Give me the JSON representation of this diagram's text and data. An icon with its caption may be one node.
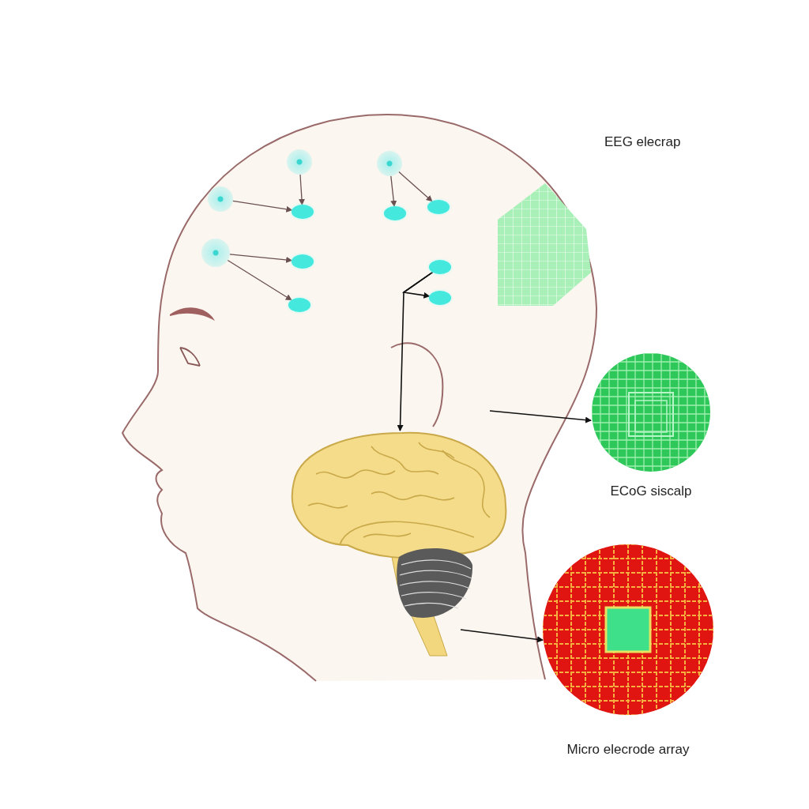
{
  "diagram": {
    "nodes": [
      {
        "text": [],
        "shape": "circle"
      },
      {
        "text": [],
        "shape": "circle"
      },
      {
        "text": [],
        "shape": "circle"
      },
      {
        "text": [],
        "shape": "circle"
      },
      {
        "text": [],
        "shape": "circle"
      },
      {
        "text": [],
        "shape": "circle"
      },
      {
        "text": [],
        "shape": "circle"
      },
      {
        "text": [],
        "shape": "circle"
      },
      {
        "text": [],
        "shape": "circle"
      },
      {
        "text": [],
        "shape": "circle"
      },
      {
        "text": [],
        "shape": "circle"
      },
      {
        "text": [],
        "shape": "picture"
      },
      {
        "text": [
          "ECoG siscalp"
        ]
      },
      {
        "text": [
          "Micro elecrode array"
        ]
      }
    ],
    "edges": [
      {
        "from": 0,
        "to": 4,
        "arrow": "to"
      },
      {
        "from": 1,
        "to": 4,
        "arrow": "to"
      },
      {
        "from": 2,
        "to": 5,
        "arrow": "to"
      },
      {
        "from": 2,
        "to": 6,
        "arrow": "to"
      },
      {
        "from": 3,
        "to": 7,
        "arrow": "to"
      },
      {
        "from": 3,
        "to": 8,
        "arrow": "to"
      },
      {
        "from": 9,
        "to": 11,
        "arrow": "to",
        "color": "#111111"
      },
      {
        "from": 9,
        "to": 10,
        "arrow": "to",
        "color": "#111111"
      },
      {
        "from": null,
        "to": 12,
        "arrow": "to",
        "color": "#111111"
      },
      {
        "from": null,
        "to": 13,
        "arrow": "to",
        "color": "#111111"
      }
    ],
    "labels": [
      "EEG elecrap"
    ]
  }
}
